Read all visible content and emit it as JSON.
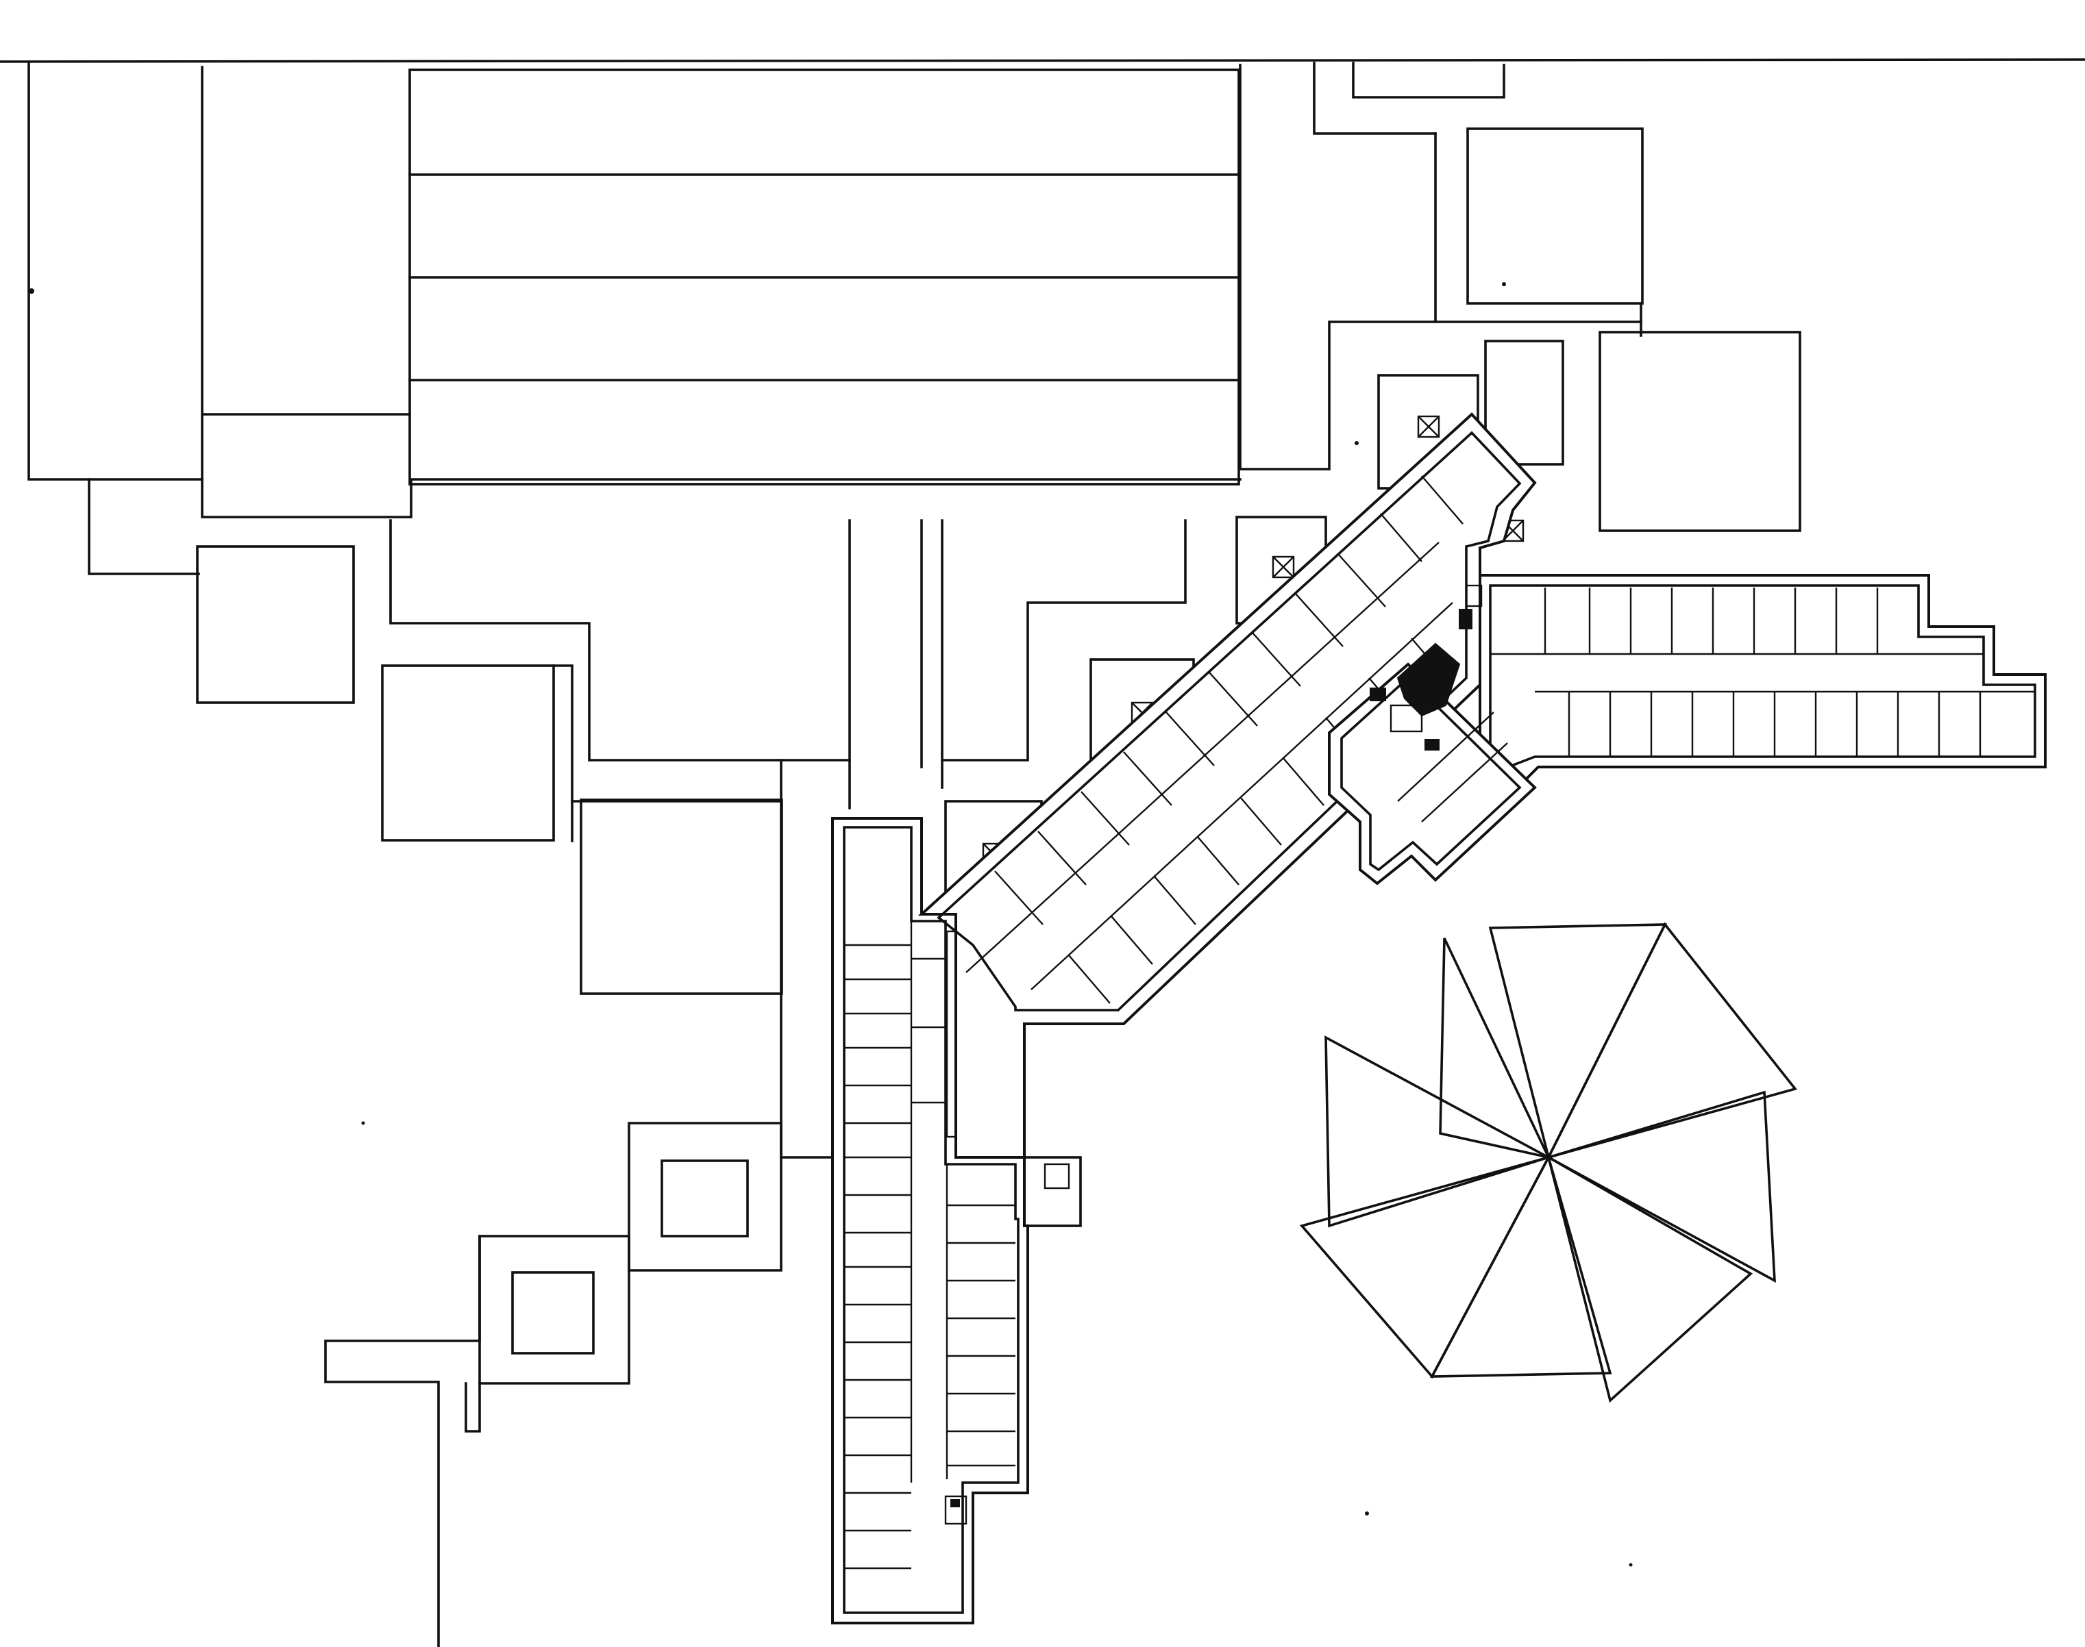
{
  "drawing": {
    "kind": "site plan",
    "ink_color": "#111111",
    "paper_color": "#ffffff",
    "features": [
      "boundary-line",
      "site-parcels",
      "stepped-courtyard-blocks",
      "light-wells",
      "wing-north-south",
      "wing-diagonal",
      "wing-east",
      "service-core",
      "pinwheel-pavilion"
    ]
  }
}
